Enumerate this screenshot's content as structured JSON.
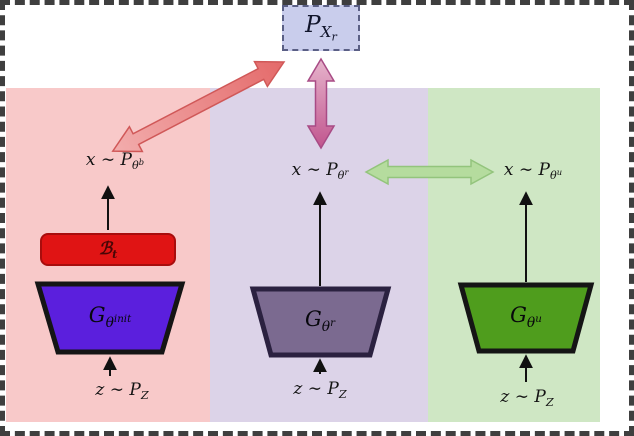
{
  "reference_box": {
    "main": "P",
    "sub": "X",
    "subsub": "r"
  },
  "panels": [
    {
      "name": "bootstrap-generator-panel",
      "x_label": {
        "prefix": "x ∼ P",
        "sub": "θ",
        "sup": "b"
      },
      "buffer": {
        "main": "ℬ",
        "sub": "t"
      },
      "generator": {
        "main": "G",
        "sub": "θ",
        "sup": "init"
      },
      "z_label": {
        "prefix": "z ∼ P",
        "sub": "Z"
      }
    },
    {
      "name": "reference-generator-panel",
      "x_label": {
        "prefix": "x ∼ P",
        "sub": "θ",
        "sup": "r"
      },
      "generator": {
        "main": "G",
        "sub": "θ",
        "sup": "r"
      },
      "z_label": {
        "prefix": "z ∼ P",
        "sub": "Z"
      }
    },
    {
      "name": "update-generator-panel",
      "x_label": {
        "prefix": "x ∼ P",
        "sub": "θ",
        "sup": "u"
      },
      "generator": {
        "main": "G",
        "sub": "θ",
        "sup": "u"
      },
      "z_label": {
        "prefix": "z ∼ P",
        "sub": "Z"
      }
    }
  ],
  "colors": {
    "panel_left_bg": "#f8c9c9",
    "panel_mid_bg": "#dcd3e8",
    "panel_right_bg": "#cfe7c4",
    "reference_box_bg": "#c9cdec",
    "reference_box_border": "#5a5f85",
    "buffer_fill": "#e01414",
    "generator_left_fill": "#5b1fdd",
    "generator_mid_fill": "#7b6a90",
    "generator_right_fill": "#4f9d1d",
    "arrow_diagonal": "#e87878",
    "arrow_vertical": "#c1558e",
    "arrow_horizontal": "#b5dc9e",
    "outer_border": "#3f3f3f"
  }
}
